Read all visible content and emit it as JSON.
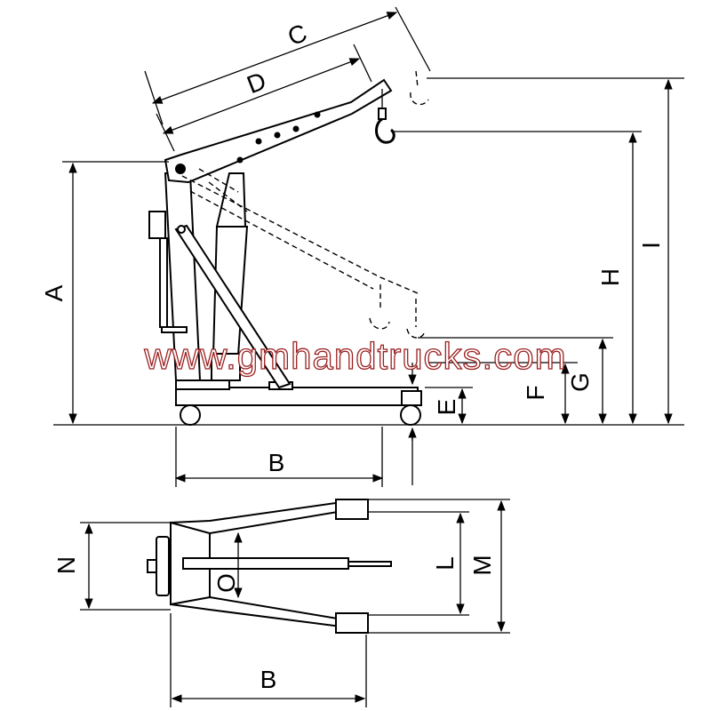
{
  "watermark": "www.gmhandtrucks.com",
  "labels": {
    "A": "A",
    "B_side": "B",
    "C": "C",
    "D": "D",
    "E": "E",
    "F": "F",
    "G": "G",
    "H": "H",
    "I": "I",
    "B_top": "B",
    "L": "L",
    "M": "M",
    "N": "N",
    "O": "O"
  }
}
